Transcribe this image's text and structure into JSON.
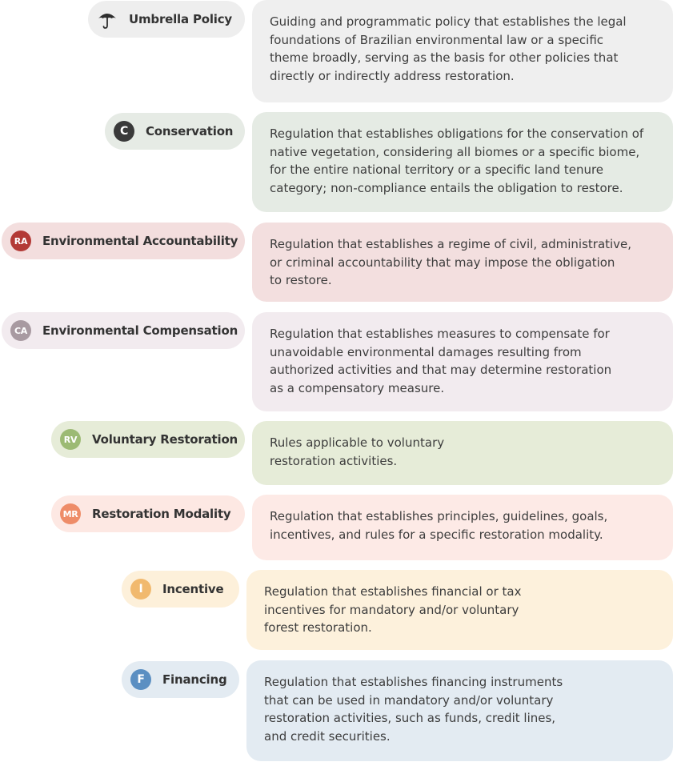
{
  "categories": [
    {
      "key": "umbrella",
      "label": "Umbrella Policy",
      "badge": "",
      "icon": "umbrella-icon",
      "badge_color": "#2e2e2e",
      "pill_color": "#eeeeee",
      "box_color": "#efefef",
      "description": "Guiding and programmatic policy that establishes the legal\nfoundations of Brazilian environmental law or a specific\ntheme broadly, serving as the basis for other policies that\ndirectly or indirectly address restoration."
    },
    {
      "key": "conservation",
      "label": "Conservation",
      "badge": "C",
      "badge_color": "#3a3a3a",
      "pill_color": "#e6ebe5",
      "box_color": "#e5ebe4",
      "description": "Regulation that establishes obligations for the conservation of\nnative vegetation, considering all biomes or a specific biome,\nfor the entire national territory or a specific land tenure\ncategory; non-compliance entails the obligation to restore."
    },
    {
      "key": "accountability",
      "label": "Environmental Accountability",
      "badge": "RA",
      "badge_color": "#b33a36",
      "pill_color": "#f3dede",
      "box_color": "#f3dfdf",
      "description": "Regulation that establishes a regime of civil, administrative,\nor criminal accountability that may impose the obligation\nto restore."
    },
    {
      "key": "compensation",
      "label": "Environmental Compensation",
      "badge": "CA",
      "badge_color": "#a89aa1",
      "pill_color": "#f2ebef",
      "box_color": "#f2ebef",
      "description": "Regulation that establishes measures to compensate for\nunavoidable environmental damages resulting from\nauthorized activities and that may determine restoration\nas a compensatory measure."
    },
    {
      "key": "voluntary",
      "label": "Voluntary Restoration",
      "badge": "RV",
      "badge_color": "#9cba74",
      "pill_color": "#e6ecd8",
      "box_color": "#e6ecd8",
      "description": "Rules applicable to voluntary\nrestoration activities."
    },
    {
      "key": "modality",
      "label": "Restoration Modality",
      "badge": "MR",
      "badge_color": "#ee8c68",
      "pill_color": "#fde8e3",
      "box_color": "#fdeae6",
      "description": "Regulation that establishes principles, guidelines, goals,\nincentives, and rules for a specific restoration modality."
    },
    {
      "key": "incentive",
      "label": "Incentive",
      "badge": "I",
      "badge_color": "#f1b96e",
      "pill_color": "#fdf0da",
      "box_color": "#fdf1dc",
      "description": "Regulation that establishes financial or tax\nincentives for mandatory and/or voluntary\nforest restoration."
    },
    {
      "key": "financing",
      "label": "Financing",
      "badge": "F",
      "badge_color": "#5b8fc2",
      "pill_color": "#e3ebf2",
      "box_color": "#e3ebf2",
      "description": "Regulation that establishes financing instruments\nthat can be used in mandatory and/or voluntary\nrestoration activities, such as funds, credit lines,\nand credit securities."
    }
  ]
}
